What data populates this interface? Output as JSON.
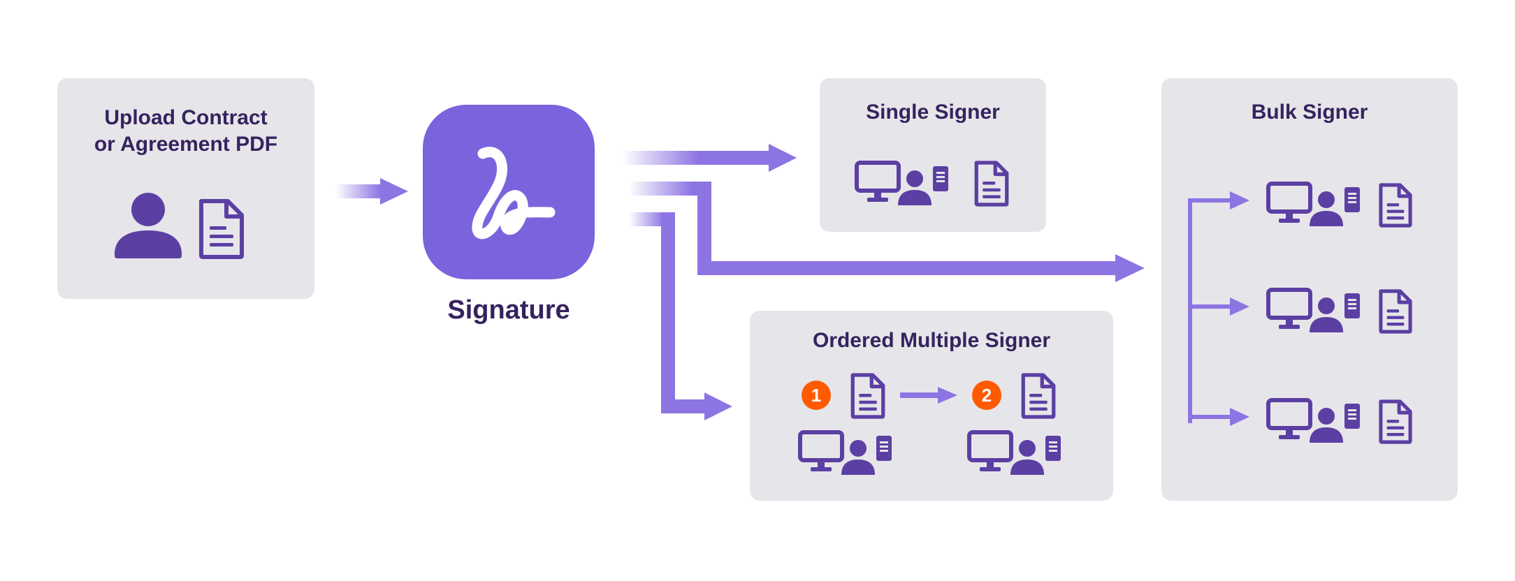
{
  "upload": {
    "title_line1": "Upload Contract",
    "title_line2": "or Agreement PDF",
    "icons": [
      "person-icon",
      "document-icon"
    ]
  },
  "app": {
    "label": "Signature",
    "logo_icon": "signature-squiggle-icon"
  },
  "single": {
    "title": "Single Signer",
    "icons": [
      "computer-icon",
      "person-icon",
      "phone-icon",
      "document-icon"
    ]
  },
  "ordered": {
    "title": "Ordered Multiple Signer",
    "step1": "1",
    "step2": "2",
    "icons": [
      "document-icon",
      "arrow-right-icon",
      "computer-icon",
      "person-icon",
      "phone-icon"
    ]
  },
  "bulk": {
    "title": "Bulk Signer",
    "rows": 3,
    "icons": [
      "computer-icon",
      "person-icon",
      "phone-icon",
      "document-icon"
    ]
  },
  "colors": {
    "primary_purple": "#7b63dd",
    "dark_purple": "#5b3fa3",
    "text_dark": "#35235f",
    "card_gray": "#e6e5e9",
    "badge_orange": "#ff5a00",
    "arrow_light": "#8d74e3"
  }
}
